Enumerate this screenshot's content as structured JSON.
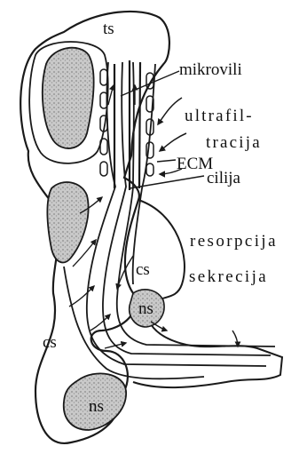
{
  "diagram": {
    "colors": {
      "ink": "#1a1a1a",
      "stipple": "#b3b3b3",
      "background": "#ffffff"
    },
    "labels": {
      "ts": "ts",
      "mikrovili": "mikrovili",
      "ultrafiltracija_line1": "ultrafil-",
      "ultrafiltracija_line2": "tracija",
      "ecm": "ECM",
      "cilija": "cilija",
      "resorpcija": "resorpcija",
      "sekrecija": "sekrecija",
      "cs_inner": "cs",
      "ns_upper": "ns",
      "cs_outer": "cs",
      "ns_lower": "ns"
    }
  }
}
